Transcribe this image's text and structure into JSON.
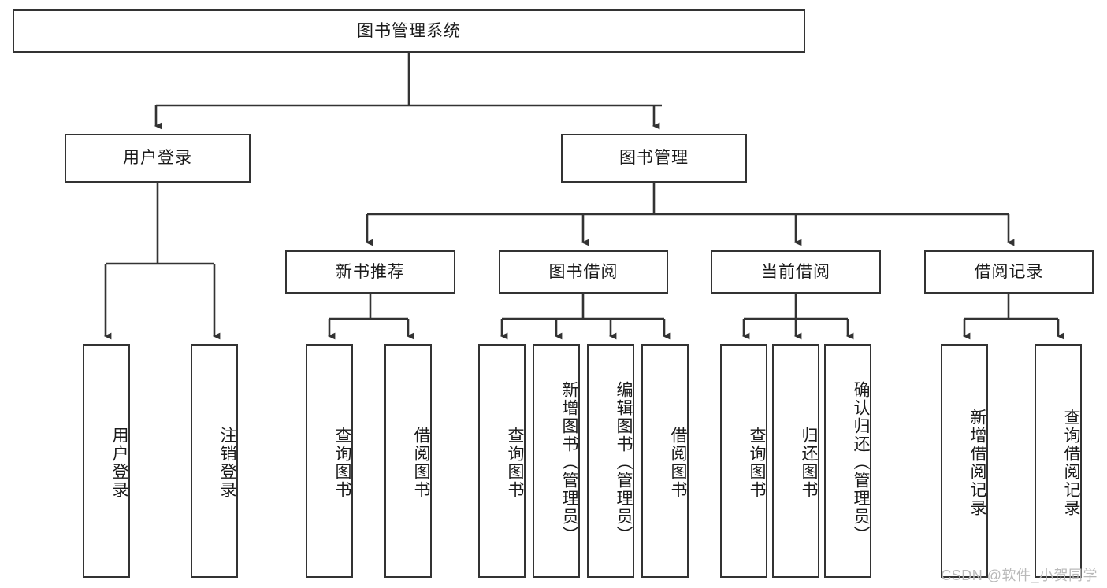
{
  "diagram": {
    "title": "图书管理系统",
    "type": "tree-hierarchy-chart",
    "watermark": "CSDN @软件_小贺同学",
    "stroke_color": "#333333",
    "background_color": "#ffffff",
    "text_color": "#1a1a1a"
  },
  "nodes": {
    "root": {
      "label": "图书管理系统"
    },
    "level2": [
      {
        "label": "用户登录"
      },
      {
        "label": "图书管理"
      }
    ],
    "level3": [
      {
        "label": "新书推荐"
      },
      {
        "label": "图书借阅"
      },
      {
        "label": "当前借阅"
      },
      {
        "label": "借阅记录"
      }
    ],
    "leaves_user_login": [
      {
        "label": "用户登录"
      },
      {
        "label": "注销登录"
      }
    ],
    "leaves_new_book": [
      {
        "label": "查询图书"
      },
      {
        "label": "借阅图书"
      }
    ],
    "leaves_borrow": [
      {
        "label": "查询图书"
      },
      {
        "label": "新增图书（管理员）"
      },
      {
        "label": "编辑图书（管理员）"
      },
      {
        "label": "借阅图书"
      }
    ],
    "leaves_current": [
      {
        "label": "查询图书"
      },
      {
        "label": "归还图书"
      },
      {
        "label": "确认归还（管理员）"
      }
    ],
    "leaves_record": [
      {
        "label": "新增借阅记录"
      },
      {
        "label": "查询借阅记录"
      }
    ]
  }
}
